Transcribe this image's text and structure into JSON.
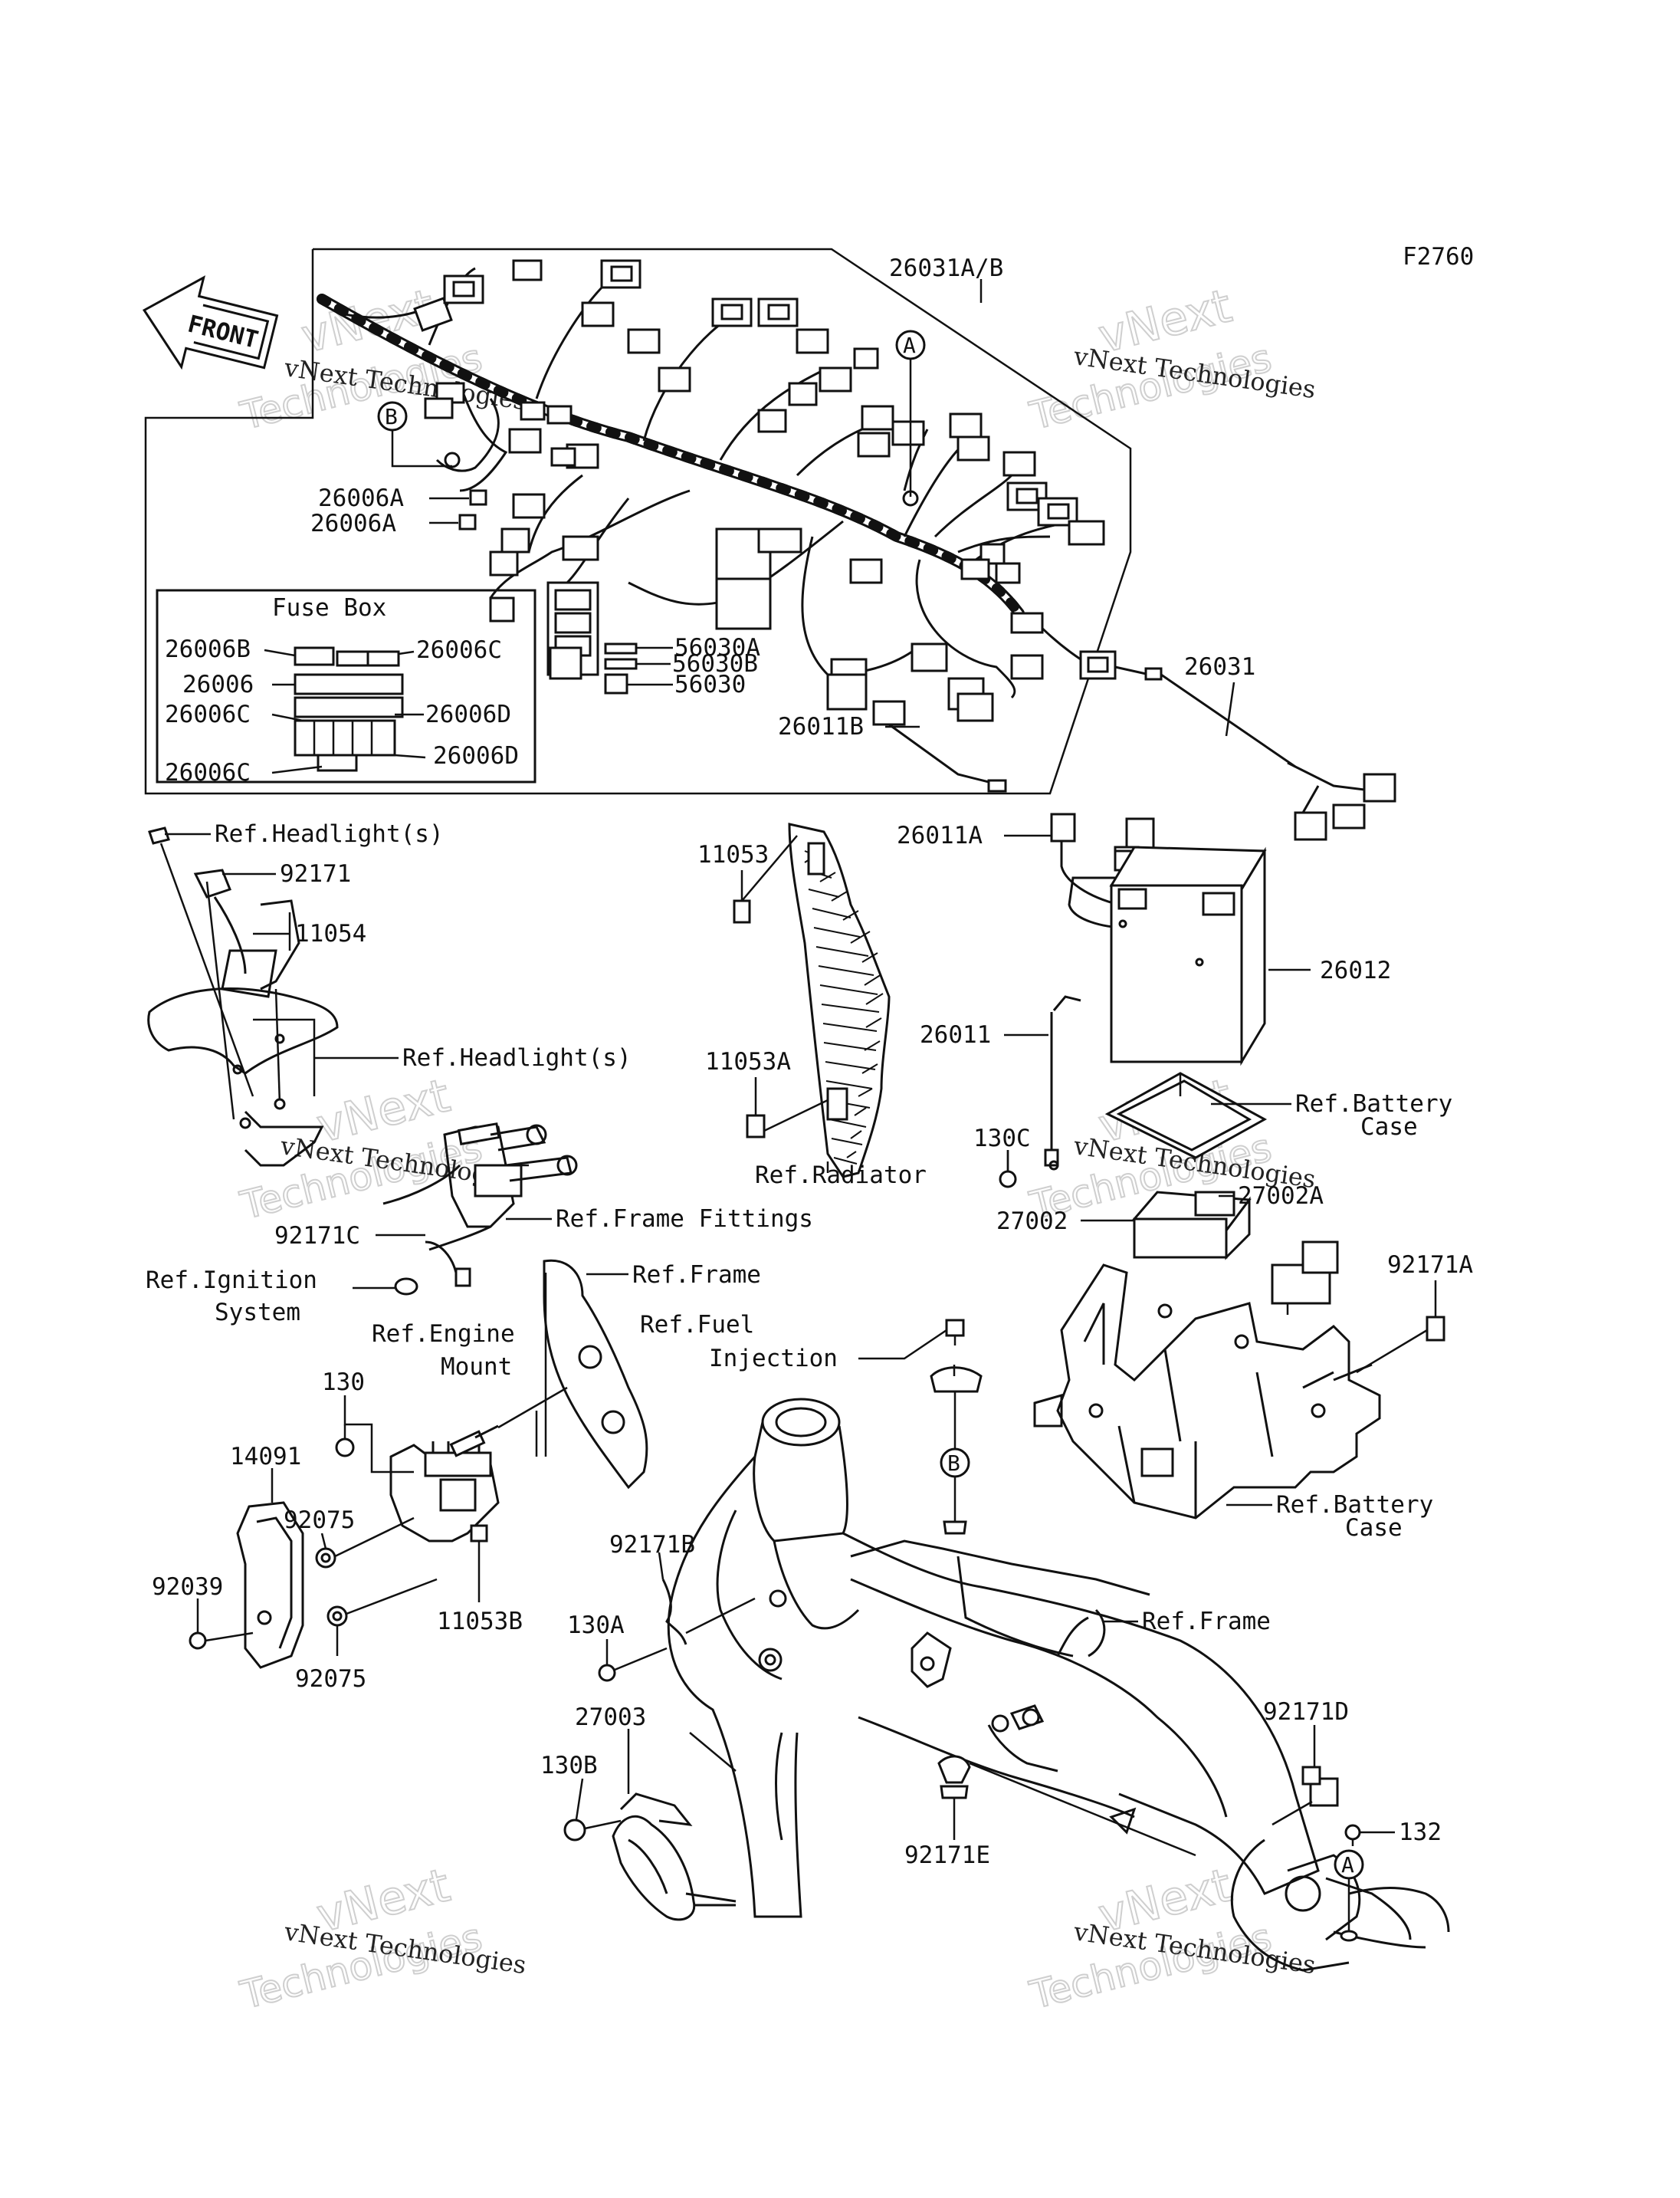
{
  "figure_code": "F2760",
  "front_label": "FRONT",
  "watermark": {
    "line1": "vNext Technologies",
    "line2": "vNext",
    "line3": "Technologies"
  },
  "fuse_box": {
    "title": "Fuse Box"
  },
  "markers": {
    "a": "A",
    "b": "B"
  },
  "labels": {
    "p26031AB": "26031A/B",
    "p26006A_1": "26006A",
    "p26006A_2": "26006A",
    "p26006B": "26006B",
    "p26006C_1": "26006C",
    "p26006": "26006",
    "p26006C_2": "26006C",
    "p26006D_1": "26006D",
    "p26006C_3": "26006C",
    "p26006D_2": "26006D",
    "p56030A": "56030A",
    "p56030B": "56030B",
    "p56030": "56030",
    "p26011B": "26011B",
    "p26031": "26031",
    "p26011A": "26011A",
    "p26012": "26012",
    "p26011": "26011",
    "p130C": "130C",
    "p27002A": "27002A",
    "p27002": "27002",
    "p92171A": "92171A",
    "p11053": "11053",
    "p11053A": "11053A",
    "p92171": "92171",
    "p11054": "11054",
    "p92171C": "92171C",
    "p130": "130",
    "p14091": "14091",
    "p92075_1": "92075",
    "p92039": "92039",
    "p92075_2": "92075",
    "p11053B": "11053B",
    "p92171B": "92171B",
    "p130A": "130A",
    "p27003": "27003",
    "p130B": "130B",
    "p92171E": "92171E",
    "p92171D": "92171D",
    "p132": "132"
  },
  "refs": {
    "headlight1": "Ref.Headlight(s)",
    "headlight2": "Ref.Headlight(s)",
    "radiator": "Ref.Radiator",
    "battery_case1_a": "Ref.Battery",
    "battery_case1_b": "Case",
    "frame_fittings": "Ref.Frame Fittings",
    "ignition_a": "Ref.Ignition",
    "ignition_b": "System",
    "frame1": "Ref.Frame",
    "engine_mount_a": "Ref.Engine",
    "engine_mount_b": "Mount",
    "fuel_a": "Ref.Fuel",
    "fuel_b": "Injection",
    "battery_case2_a": "Ref.Battery",
    "battery_case2_b": "Case",
    "frame2": "Ref.Frame"
  }
}
